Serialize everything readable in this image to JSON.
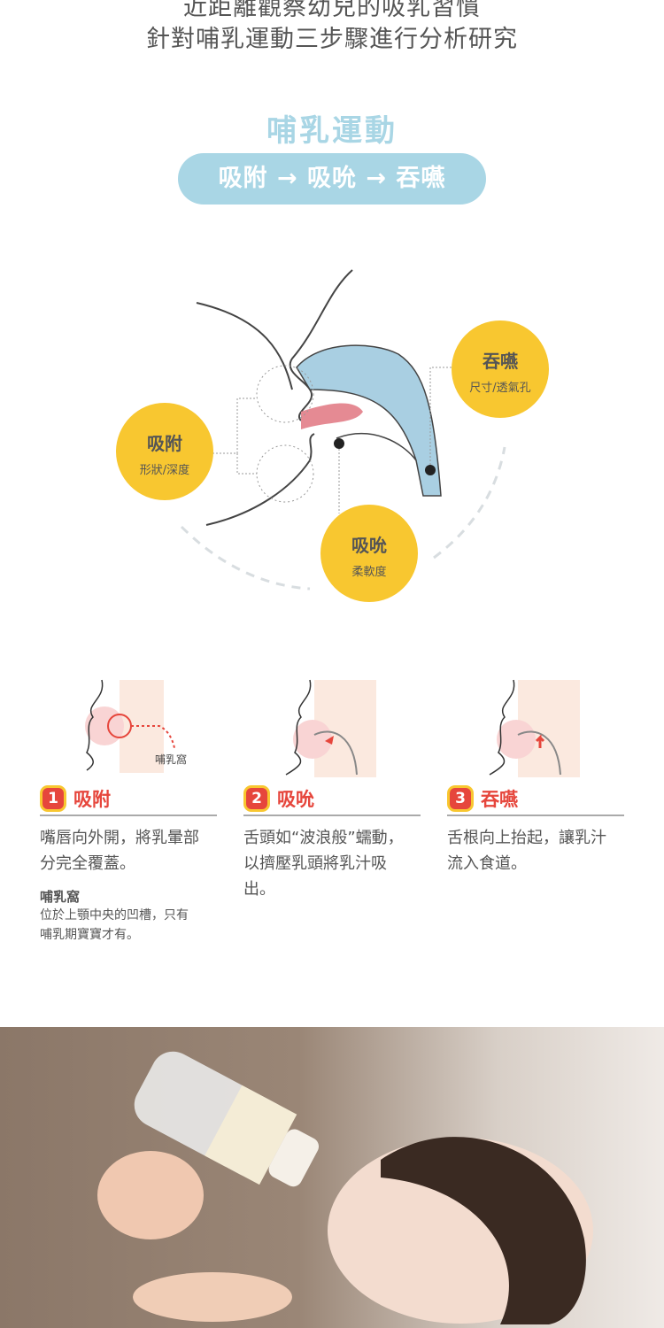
{
  "intro": {
    "line1": "近距離觀察幼兒的吸乳習慣",
    "line2": "針對哺乳運動三步驟進行分析研究"
  },
  "title": "哺乳運動",
  "pill": "吸附 → 吸吮 → 吞嚥",
  "diagram": {
    "latch": {
      "title": "吸附",
      "sub": "形狀/深度"
    },
    "suck": {
      "title": "吸吮",
      "sub": "柔軟度"
    },
    "swallow": {
      "title": "吞嚥",
      "sub": "尺寸/透氣孔"
    }
  },
  "illustration_label": "哺乳窩",
  "steps": [
    {
      "num": "1",
      "label": "吸附",
      "body": "嘴唇向外開，將乳暈部分完全覆蓋。",
      "note_title": "哺乳窩",
      "note": "位於上顎中央的凹槽，只有哺乳期寶寶才有。"
    },
    {
      "num": "2",
      "label": "吸吮",
      "body": "舌頭如“波浪般”蠕動，以擠壓乳頭將乳汁吸出。"
    },
    {
      "num": "3",
      "label": "吞嚥",
      "body": "舌根向上抬起，讓乳汁流入食道。"
    }
  ],
  "colors": {
    "accent_blue": "#a9d6e5",
    "yellow": "#f8c730",
    "red": "#e6463c"
  }
}
